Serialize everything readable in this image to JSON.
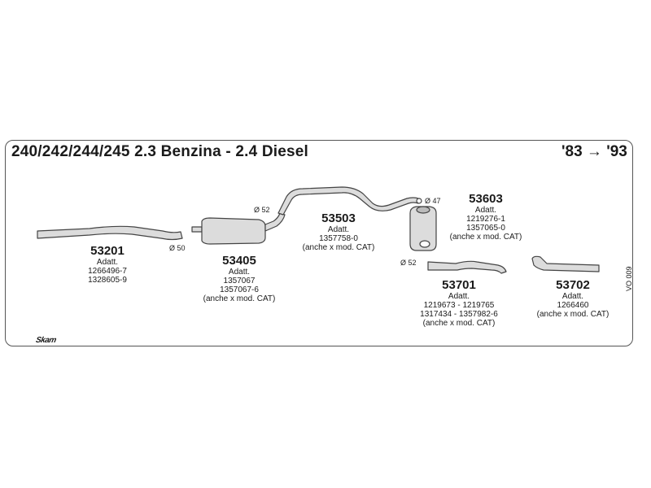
{
  "title": "240/242/244/245 2.3 Benzina - 2.4 Diesel",
  "years": "'83 → '93",
  "catalog_code": "VO 009",
  "brand": "Skam",
  "diameters": {
    "d50": "Ø 50",
    "d52_a": "Ø 52",
    "d47": "Ø 47",
    "d52_b": "Ø 52"
  },
  "parts": {
    "p53201": {
      "number": "53201",
      "lines": [
        "Adatt.",
        "1266496-7",
        "1328605-9"
      ]
    },
    "p53405": {
      "number": "53405",
      "lines": [
        "Adatt.",
        "1357067",
        "1357067-6",
        "(anche x mod. CAT)"
      ]
    },
    "p53503": {
      "number": "53503",
      "lines": [
        "Adatt.",
        "1357758-0",
        "(anche x mod. CAT)"
      ]
    },
    "p53603": {
      "number": "53603",
      "lines": [
        "Adatt.",
        "1219276-1",
        "1357065-0",
        "(anche x mod. CAT)"
      ]
    },
    "p53701": {
      "number": "53701",
      "lines": [
        "Adatt.",
        "1219673 - 1219765",
        "1317434 - 1357982-6",
        "(anche x mod. CAT)"
      ]
    },
    "p53702": {
      "number": "53702",
      "lines": [
        "Adatt.",
        "1266460",
        "(anche x mod. CAT)"
      ]
    }
  },
  "colors": {
    "line": "#444444",
    "fill": "#dcdcdc",
    "frame": "#555555"
  }
}
